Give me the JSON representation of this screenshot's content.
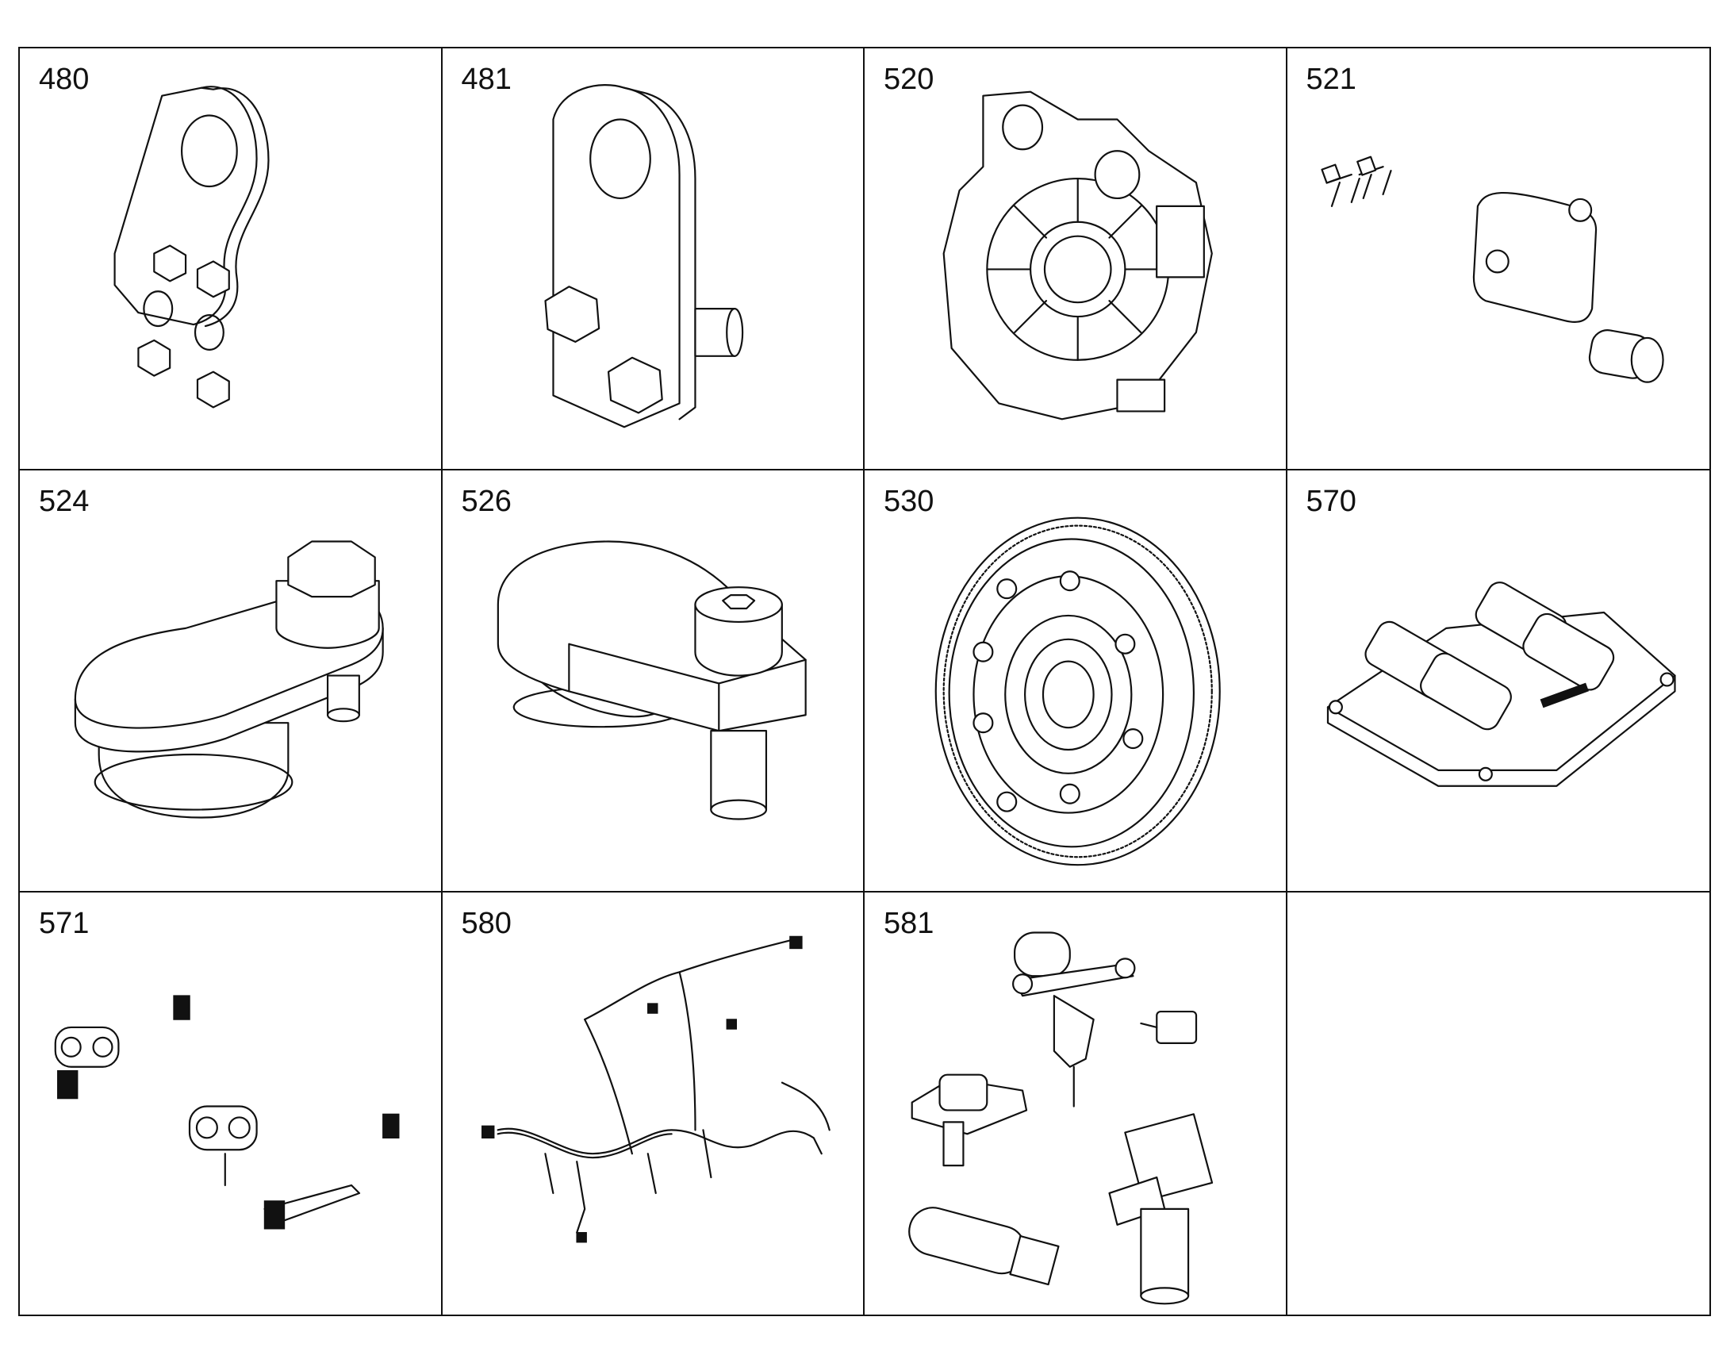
{
  "cells": [
    {
      "number": "480",
      "part": "bracket-with-four-bolts"
    },
    {
      "number": "481",
      "part": "bracket-with-two-bolts"
    },
    {
      "number": "520",
      "part": "flywheel-housing"
    },
    {
      "number": "521",
      "part": "cover-plate-kit"
    },
    {
      "number": "524",
      "part": "cam-plate-hex-bolt"
    },
    {
      "number": "526",
      "part": "cam-plate-socket-bolt"
    },
    {
      "number": "530",
      "part": "flywheel"
    },
    {
      "number": "570",
      "part": "valve-block"
    },
    {
      "number": "571",
      "part": "clamp-kit"
    },
    {
      "number": "580",
      "part": "wiring-harness"
    },
    {
      "number": "581",
      "part": "sensor-set"
    },
    {
      "number": "",
      "part": "empty"
    }
  ]
}
